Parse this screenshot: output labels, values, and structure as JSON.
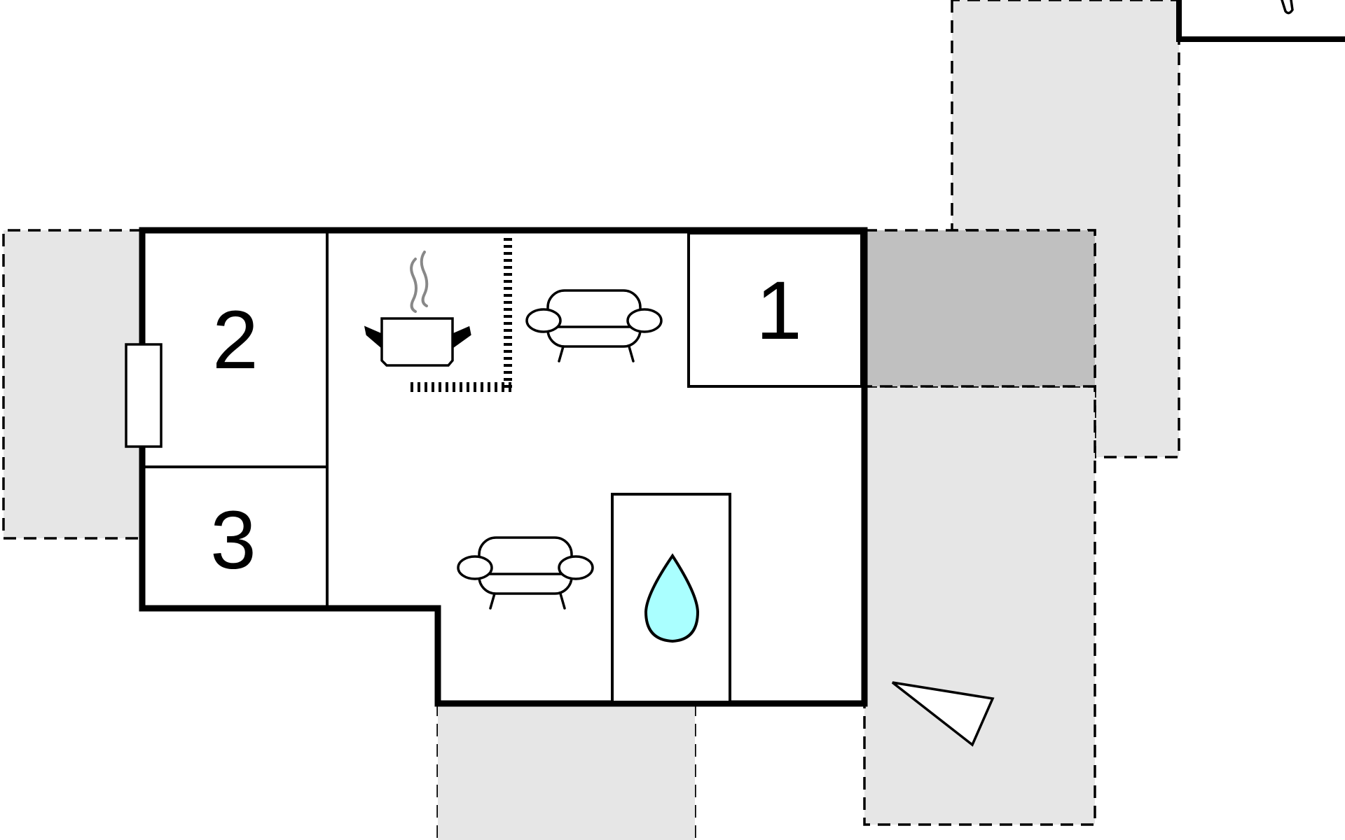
{
  "colors": {
    "terrace": "#e6e6e6",
    "covered_terrace": "#c0c0c0",
    "water": "#aaffff",
    "steam": "#888888"
  },
  "rooms": [
    {
      "id": "room-1",
      "label": "1"
    },
    {
      "id": "room-2",
      "label": "2"
    },
    {
      "id": "room-3",
      "label": "3"
    }
  ],
  "icons": [
    "kitchen-pot-icon",
    "sofa-icon",
    "sofa-icon",
    "water-drop-icon",
    "north-arrow-icon",
    "window-icon"
  ]
}
